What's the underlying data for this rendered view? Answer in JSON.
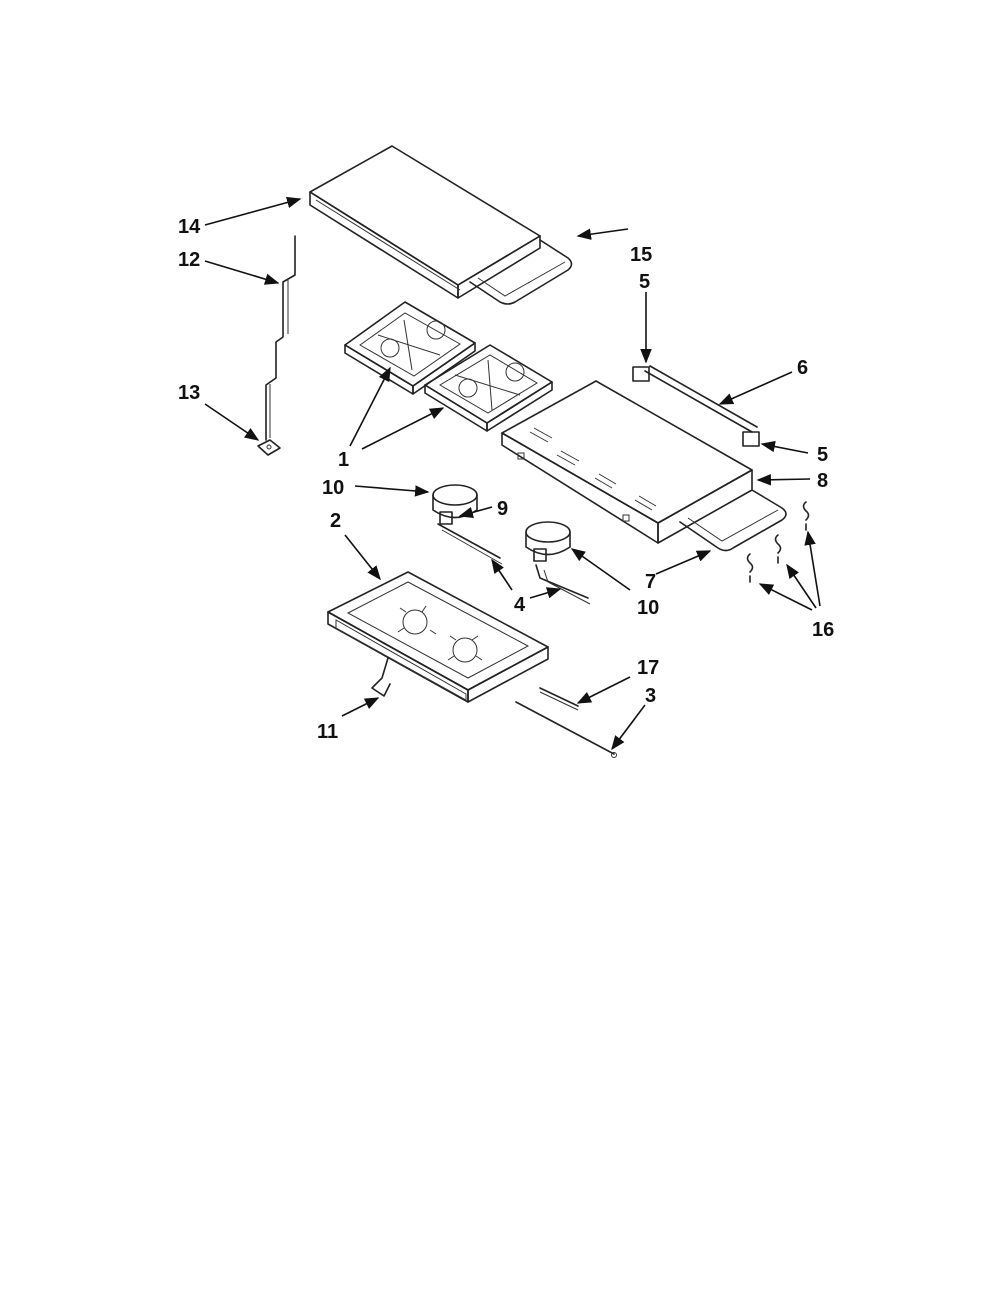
{
  "diagram": {
    "callouts": {
      "c14": "14",
      "c12": "12",
      "c13": "13",
      "c15": "15",
      "c5a": "5",
      "c6": "6",
      "c5b": "5",
      "c8": "8",
      "c1": "1",
      "c10a": "10",
      "c9": "9",
      "c2": "2",
      "c4": "4",
      "c10b": "10",
      "c7": "7",
      "c16": "16",
      "c17": "17",
      "c3": "3",
      "c11": "11"
    }
  }
}
